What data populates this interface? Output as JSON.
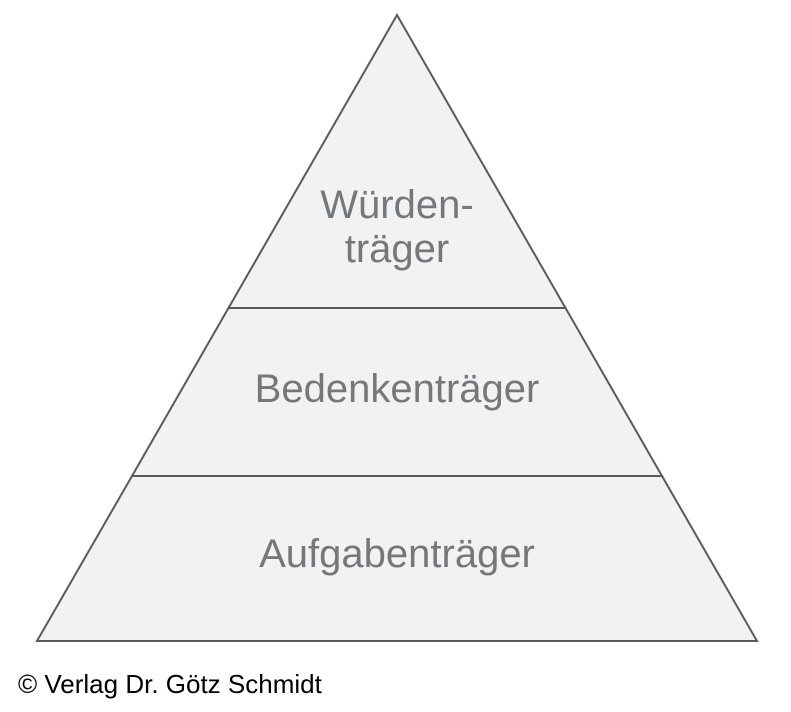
{
  "page": {
    "background_color": "#ffffff"
  },
  "pyramid": {
    "type": "three-tier-pyramid",
    "tiers": [
      {
        "position": "top",
        "lines": [
          "Würden-",
          "träger"
        ]
      },
      {
        "position": "middle",
        "label": "Bedenkenträger"
      },
      {
        "position": "bottom",
        "label": "Aufgabenträger"
      }
    ],
    "colors": {
      "tier_fill": "#f2f2f2",
      "tier_stroke": "#5a5a5a",
      "label_text": "#75787a"
    }
  },
  "footer": {
    "copyright": "© Verlag Dr. Götz Schmidt",
    "text_color": "#000000"
  }
}
